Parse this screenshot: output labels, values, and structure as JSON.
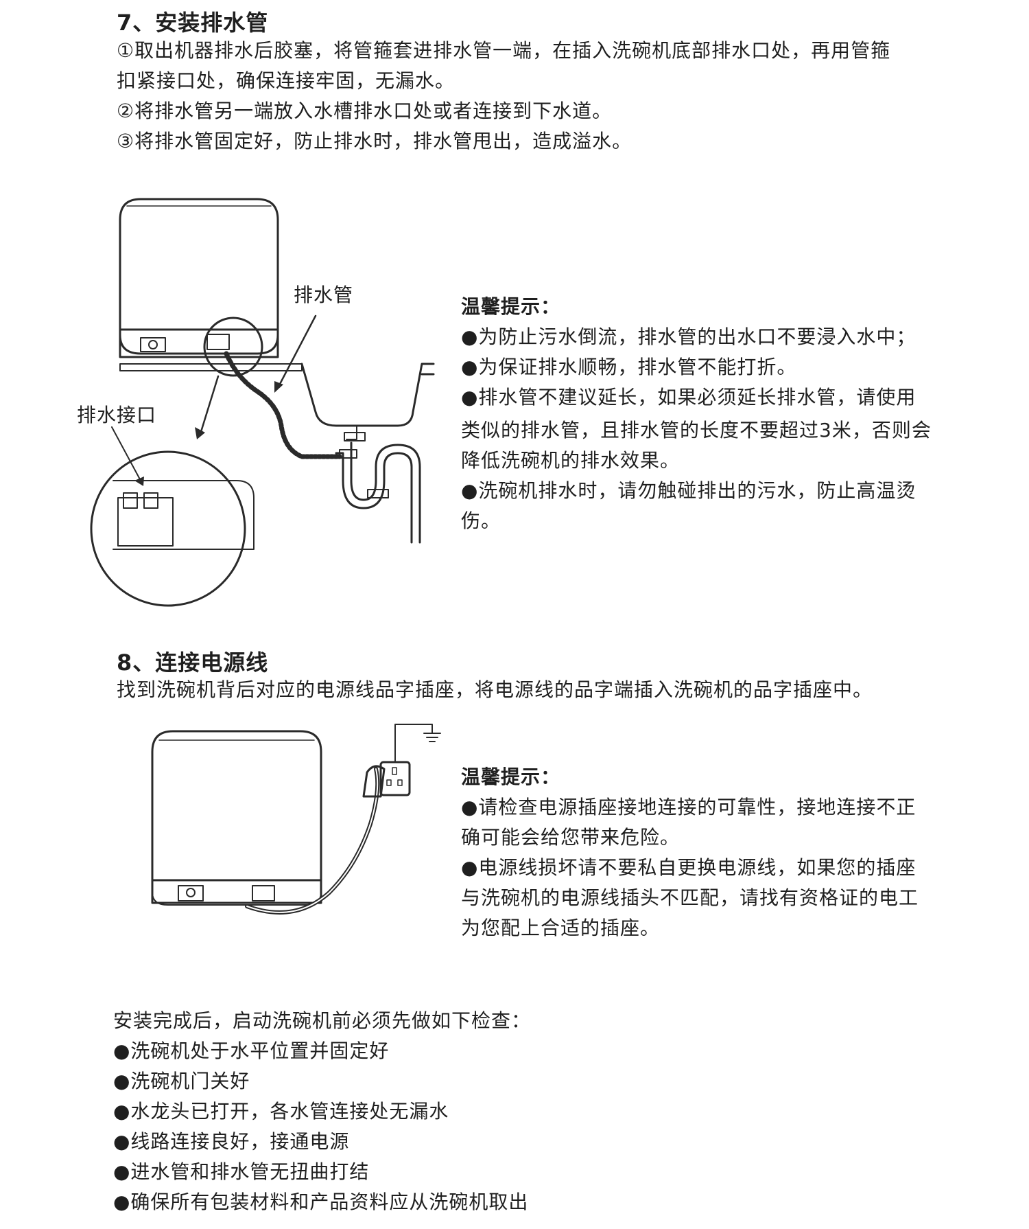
{
  "section7": {
    "title": "7、安装排水管",
    "steps": [
      "①取出机器排水后胶塞，将管箍套进排水管一端，在插入洗碗机底部排水口处，再用管箍",
      "扣紧接口处，确保连接牢固，无漏水。",
      "②将排水管另一端放入水槽排水口处或者连接到下水道。",
      "③将排水管固定好，防止排水时，排水管甩出，造成溢水。"
    ],
    "figure_labels": {
      "drain_pipe": "排水管",
      "drain_port": "排水接口"
    },
    "tips": {
      "title": "温馨提示：",
      "lines": [
        "●为防止污水倒流，排水管的出水口不要浸入水中；",
        "●为保证排水顺畅，排水管不能打折。",
        "●排水管不建议延长，如果必须延长排水管，请使用",
        "类似的排水管，且排水管的长度不要超过3米，否则会",
        "降低洗碗机的排水效果。",
        "●洗碗机排水时，请勿触碰排出的污水，防止高温烫",
        "伤。"
      ]
    }
  },
  "section8": {
    "title": "8、连接电源线",
    "text": "找到洗碗机背后对应的电源线品字插座，将电源线的品字端插入洗碗机的品字插座中。",
    "tips": {
      "title": "温馨提示：",
      "lines": [
        "●请检查电源插座接地连接的可靠性，接地连接不正",
        "确可能会给您带来危险。",
        "●电源线损坏请不要私自更换电源线，如果您的插座",
        "与洗碗机的电源线插头不匹配，请找有资格证的电工",
        "为您配上合适的插座。"
      ]
    }
  },
  "checklist": {
    "intro": "安装完成后，启动洗碗机前必须先做如下检查：",
    "items": [
      "●洗碗机处于水平位置并固定好",
      "●洗碗机门关好",
      "●水龙头已打开，各水管连接处无漏水",
      "●线路连接良好，接通电源",
      "●进水管和排水管无扭曲打结",
      "●确保所有包装材料和产品资料应从洗碗机取出"
    ]
  }
}
